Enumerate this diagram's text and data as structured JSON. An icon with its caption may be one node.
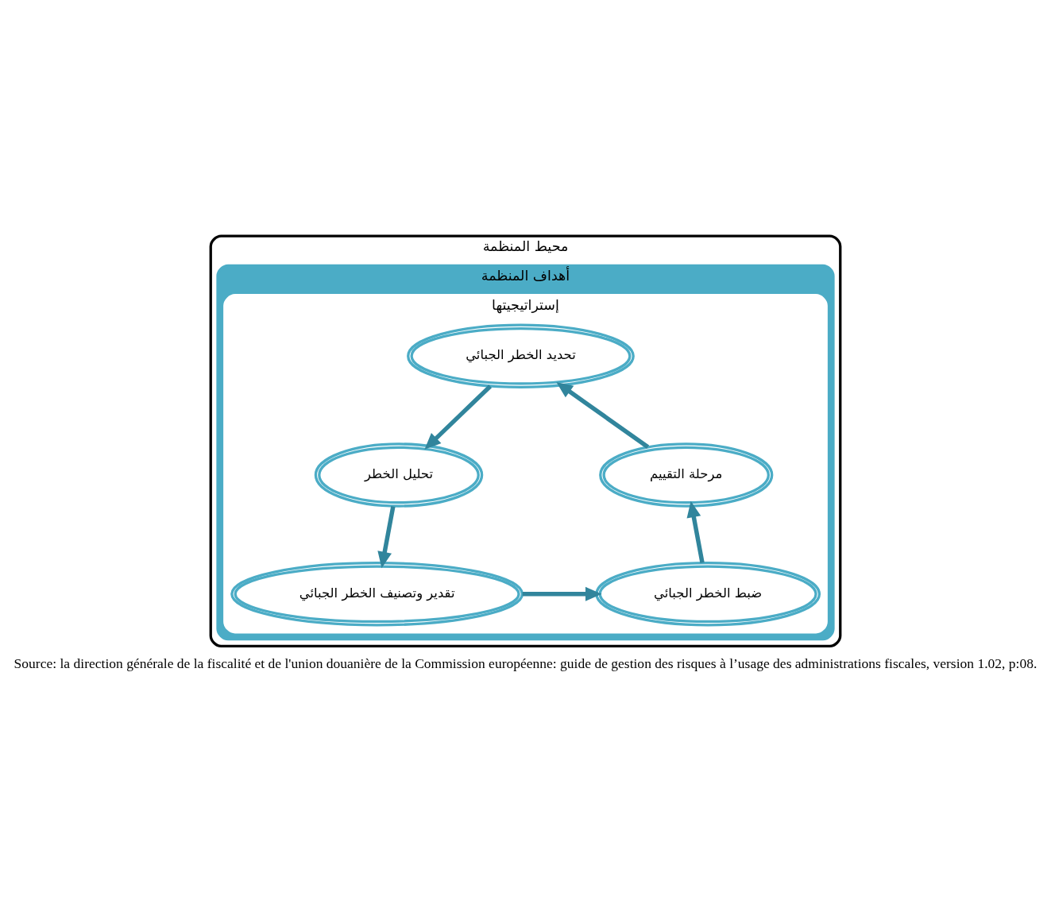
{
  "diagram": {
    "caption": "Source: la direction générale de la fiscalité et de l'union douanière de la Commission européenne: guide de gestion des risques à l’usage des administrations fiscales, version 1.02, p:08.",
    "nodes": [
      {
        "text": [
          "محيط المنظمة"
        ]
      },
      {
        "text": [
          "أهداف المنظمة"
        ],
        "in": 0
      },
      {
        "text": [
          "إستراتيجيتها"
        ],
        "in": 1
      },
      {
        "text": [
          "تحديد الخطر الجبائي"
        ],
        "in": 2
      },
      {
        "text": [
          "تحليل الخطر"
        ],
        "in": 2
      },
      {
        "text": [
          "تقدير وتصنيف الخطر الجبائي"
        ],
        "in": 2
      },
      {
        "text": [
          "ضبط الخطر الجبائي"
        ],
        "in": 2
      },
      {
        "text": [
          "مرحلة التقييم"
        ],
        "in": 2
      }
    ],
    "edges": [
      {
        "from": 3,
        "to": 4,
        "arrow": "to"
      },
      {
        "from": 4,
        "to": 5,
        "arrow": "to"
      },
      {
        "from": 5,
        "to": 6,
        "arrow": "to"
      },
      {
        "from": 6,
        "to": 7,
        "arrow": "to"
      },
      {
        "from": 7,
        "to": 3,
        "arrow": "to"
      }
    ]
  }
}
